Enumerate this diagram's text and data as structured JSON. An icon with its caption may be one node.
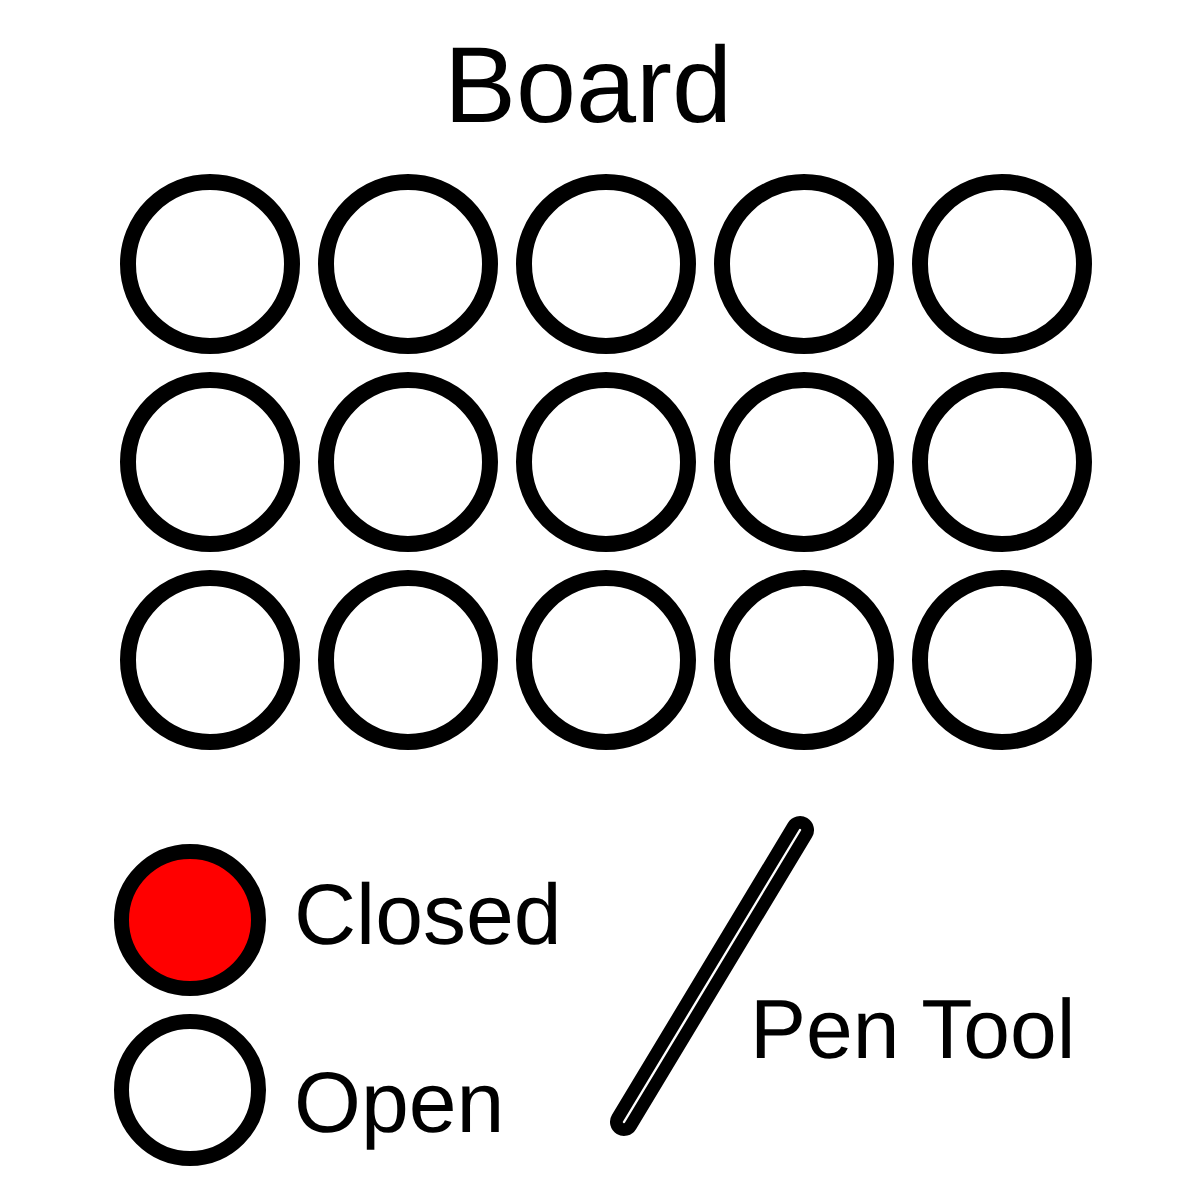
{
  "diagram": {
    "title": "Board",
    "nodes": [
      {
        "text": [],
        "shape": "circle"
      },
      {
        "text": [],
        "shape": "circle"
      },
      {
        "text": [],
        "shape": "circle"
      },
      {
        "text": [],
        "shape": "circle"
      },
      {
        "text": [],
        "shape": "circle"
      },
      {
        "text": [],
        "shape": "circle"
      },
      {
        "text": [],
        "shape": "circle"
      },
      {
        "text": [],
        "shape": "circle"
      },
      {
        "text": [],
        "shape": "circle"
      },
      {
        "text": [],
        "shape": "circle"
      },
      {
        "text": [],
        "shape": "circle"
      },
      {
        "text": [],
        "shape": "circle"
      },
      {
        "text": [],
        "shape": "circle"
      },
      {
        "text": [],
        "shape": "circle"
      },
      {
        "text": [],
        "shape": "circle"
      }
    ],
    "labels": [
      "Pen Tool"
    ],
    "legend": [
      {
        "text": "Closed",
        "color": "#ff0000"
      },
      {
        "text": "Open"
      }
    ]
  }
}
